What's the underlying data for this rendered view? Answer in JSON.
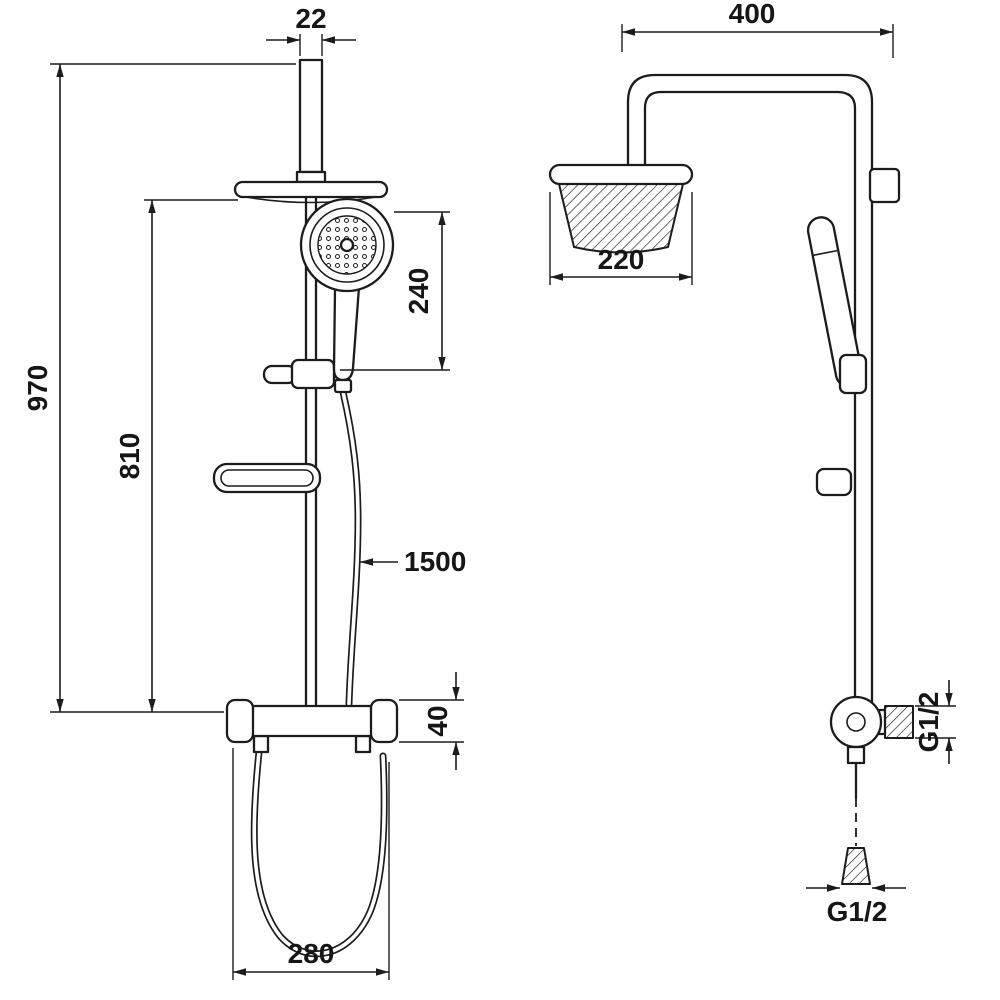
{
  "style": {
    "ink": "#1c1c1c",
    "background": "#ffffff"
  },
  "front_view": {
    "dim_pipe_width": "22",
    "dim_head_to_handshower": "240",
    "dim_total_height": "970",
    "dim_rail_height": "810",
    "dim_hose_length": "1500",
    "dim_mixer_height": "40",
    "dim_mixer_width": "280"
  },
  "side_view": {
    "dim_arm_reach": "400",
    "dim_head_width": "220",
    "dim_inlet_thread": "G1/2",
    "dim_outlet_thread": "G1/2"
  }
}
